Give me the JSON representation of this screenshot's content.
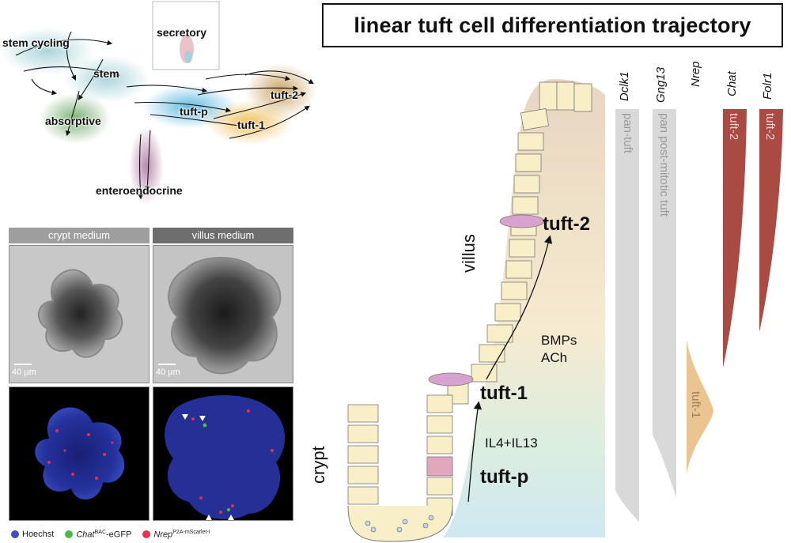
{
  "title": "linear tuft cell differentiation trajectory",
  "umap": {
    "clusters": [
      {
        "label": "stem cycling",
        "color": "#a8d3d8"
      },
      {
        "label": "stem",
        "color": "#a8d3d8"
      },
      {
        "label": "absorptive",
        "color": "#73ad6e"
      },
      {
        "label": "tuft-p",
        "color": "#5ab7df"
      },
      {
        "label": "tuft-1",
        "color": "#f0bb53"
      },
      {
        "label": "tuft-2",
        "color": "#c99e5c"
      },
      {
        "label": "enteroendocrine",
        "color": "#b07ea6"
      }
    ],
    "inset_label": "secretory"
  },
  "micrographs": {
    "headers": [
      "crypt medium",
      "villus medium"
    ],
    "scale_bar": "40 µm",
    "legend": [
      {
        "label": "Hoechst",
        "gene": "",
        "sup": "",
        "suffix": "",
        "color": "#3a4cc8"
      },
      {
        "label": "",
        "gene": "Chat",
        "sup": "BAC",
        "suffix": "-eGFP",
        "color": "#4fb848"
      },
      {
        "label": "",
        "gene": "Nrep",
        "sup": "P2A-mScarlet-I",
        "suffix": "",
        "color": "#e8304a"
      }
    ]
  },
  "diagram": {
    "regions": [
      "villus",
      "crypt"
    ],
    "stages": [
      "tuft-2",
      "tuft-1",
      "tuft-p"
    ],
    "signals": [
      "BMPs",
      "ACh",
      "IL4+IL13"
    ]
  },
  "expression": {
    "genes": [
      {
        "name": "Dclk1",
        "bar_label": "pan-tuft",
        "color": "#d9d9d9",
        "label_color": "#9a9a9a"
      },
      {
        "name": "Gng13",
        "bar_label": "pan post-mitotic tuft",
        "color": "#d9d9d9",
        "label_color": "#9a9a9a"
      },
      {
        "name": "Nrep",
        "bar_label": "tuft-1",
        "color": "#ebc48f",
        "label_color": "#9b8060"
      },
      {
        "name": "Chat",
        "bar_label": "tuft-2",
        "color": "#a94a43",
        "label_color": "#f0d8d6"
      },
      {
        "name": "Folr1",
        "bar_label": "tuft-2",
        "color": "#a94a43",
        "label_color": "#f0d8d6"
      }
    ]
  }
}
